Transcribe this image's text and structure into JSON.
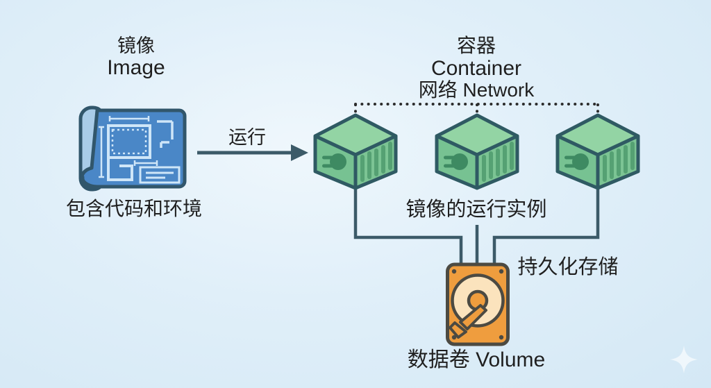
{
  "diagram": {
    "image_node": {
      "title_zh": "镜像",
      "title_en": "Image",
      "caption": "包含代码和环境"
    },
    "run_arrow": {
      "label": "运行"
    },
    "container_node": {
      "title_zh": "容器",
      "title_en": "Container",
      "network_label": "网络 Network",
      "caption": "镜像的运行实例",
      "container_count": 3
    },
    "volume_node": {
      "caption": "持久化存储",
      "label": "数据卷 Volume"
    },
    "icons": {
      "blueprint": "blueprint-image-icon",
      "container_cube": "container-cube-icon",
      "hard_disk": "hard-disk-volume-icon",
      "sparkle": "sparkle-watermark-icon"
    },
    "colors": {
      "background_center": "#eff7fc",
      "background_edge": "#d4e8f5",
      "connector_line": "#3c5a68",
      "text": "#1f1f1f",
      "cube_top": "#93d4a4",
      "cube_side": "#77c292",
      "cube_stripe": "#55a173",
      "cube_outline": "#2f5a63",
      "plug": "#3e8a62",
      "blueprint_body": "#4a87c7",
      "blueprint_roll": "#a9cce8",
      "blueprint_outline": "#31566b",
      "blueprint_plan_lines": "#cfe6f8",
      "disk_body": "#ef9d3e",
      "disk_platter": "#fbe3bd",
      "disk_outline": "#4c4a42",
      "sparkle": "#ffffff"
    }
  }
}
